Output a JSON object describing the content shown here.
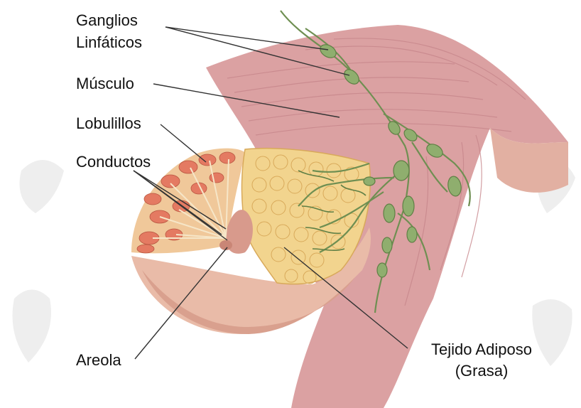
{
  "labels": {
    "ganglios": "Ganglios",
    "linfaticos": "Linfáticos",
    "musculo": "Músculo",
    "lobulillos": "Lobulillos",
    "conductos": "Conductos",
    "areola": "Areola",
    "tejido_adiposo": "Tejido Adiposo",
    "grasa": "(Grasa)"
  },
  "colors": {
    "muscle": "#d9a3a3",
    "muscle_fiber": "#c98a8e",
    "skin": "#e8b9a7",
    "skin_shadow": "#d49c88",
    "fat": "#f2d48e",
    "fat_outline": "#d8a95a",
    "lobule": "#e47a62",
    "lymph": "#8fae6e",
    "lymph_dark": "#5f7f45",
    "leader": "#333333"
  }
}
